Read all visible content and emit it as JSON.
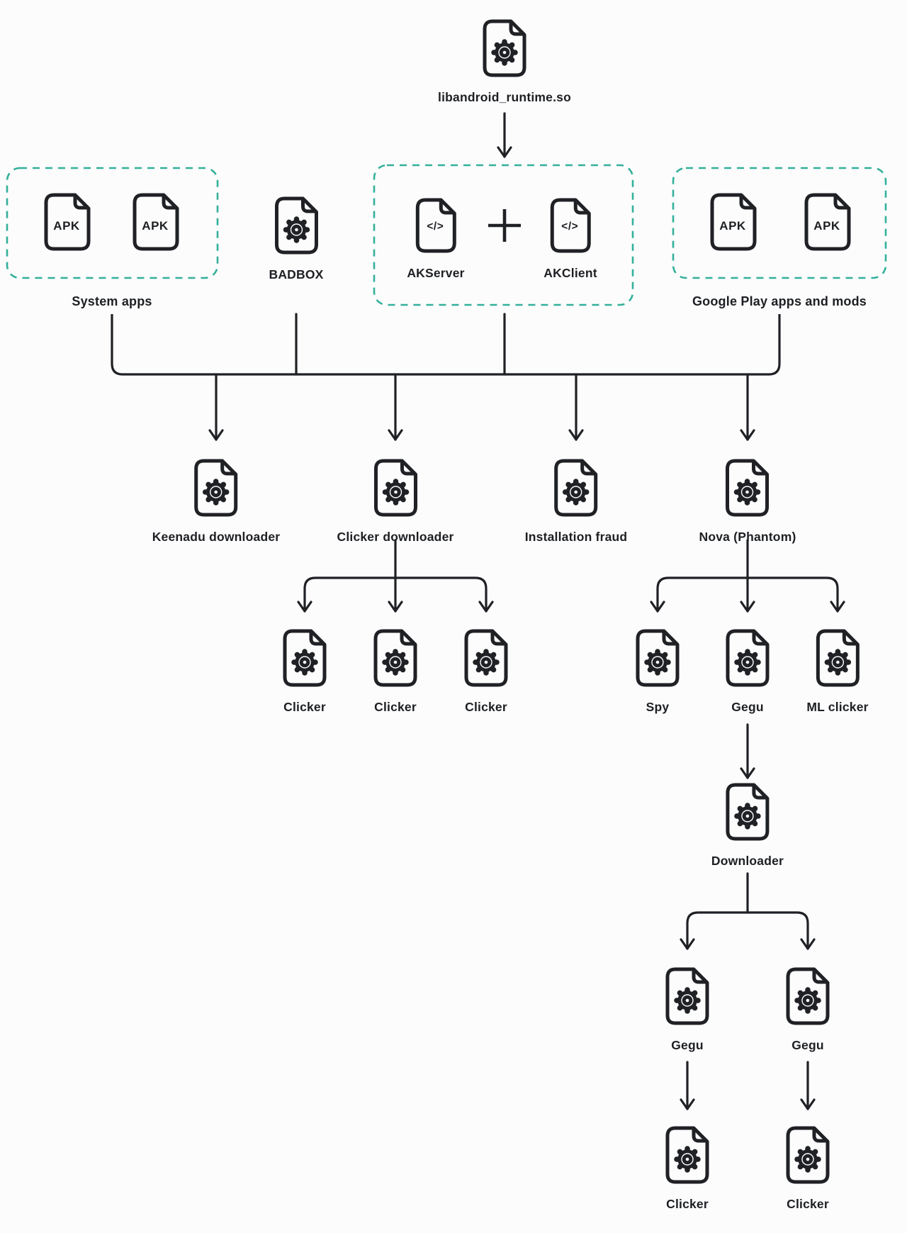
{
  "diagram": {
    "background": "#fcfcfc",
    "line_color": "#1f2125",
    "group_dash_color": "#33b09b",
    "label_color": "#1d1f23",
    "code_glyph": "</>",
    "nodes": [
      {
        "id": "libandroid",
        "icon": "gear-file",
        "label": "libandroid_runtime.so"
      },
      {
        "id": "system-apk-1",
        "icon": "apk-file",
        "label": "APK"
      },
      {
        "id": "system-apk-2",
        "icon": "apk-file",
        "label": "APK"
      },
      {
        "id": "badbox",
        "icon": "gear-file",
        "label": "BADBOX"
      },
      {
        "id": "akserver",
        "icon": "code-file",
        "label": "AKServer"
      },
      {
        "id": "plus",
        "icon": "plus",
        "label": ""
      },
      {
        "id": "akclient",
        "icon": "code-file",
        "label": "AKClient"
      },
      {
        "id": "gplay-apk-1",
        "icon": "apk-file",
        "label": "APK"
      },
      {
        "id": "gplay-apk-2",
        "icon": "apk-file",
        "label": "APK"
      },
      {
        "id": "keenadu",
        "icon": "gear-file",
        "label": "Keenadu downloader"
      },
      {
        "id": "clicker-downloader",
        "icon": "gear-file",
        "label": "Clicker downloader"
      },
      {
        "id": "installation-fraud",
        "icon": "gear-file",
        "label": "Installation fraud"
      },
      {
        "id": "nova",
        "icon": "gear-file",
        "label": "Nova (Phantom)"
      },
      {
        "id": "clicker-1",
        "icon": "gear-file",
        "label": "Clicker"
      },
      {
        "id": "clicker-2",
        "icon": "gear-file",
        "label": "Clicker"
      },
      {
        "id": "clicker-3",
        "icon": "gear-file",
        "label": "Clicker"
      },
      {
        "id": "spy",
        "icon": "gear-file",
        "label": "Spy"
      },
      {
        "id": "gegu-1",
        "icon": "gear-file",
        "label": "Gegu"
      },
      {
        "id": "ml-clicker",
        "icon": "gear-file",
        "label": "ML clicker"
      },
      {
        "id": "downloader",
        "icon": "gear-file",
        "label": "Downloader"
      },
      {
        "id": "gegu-2",
        "icon": "gear-file",
        "label": "Gegu"
      },
      {
        "id": "gegu-3",
        "icon": "gear-file",
        "label": "Gegu"
      },
      {
        "id": "clicker-4",
        "icon": "gear-file",
        "label": "Clicker"
      },
      {
        "id": "clicker-5",
        "icon": "gear-file",
        "label": "Clicker"
      }
    ],
    "groups": [
      {
        "id": "system-apps",
        "label": "System apps"
      },
      {
        "id": "ak-files",
        "label": ""
      },
      {
        "id": "google-play",
        "label": "Google Play apps and mods"
      }
    ]
  }
}
